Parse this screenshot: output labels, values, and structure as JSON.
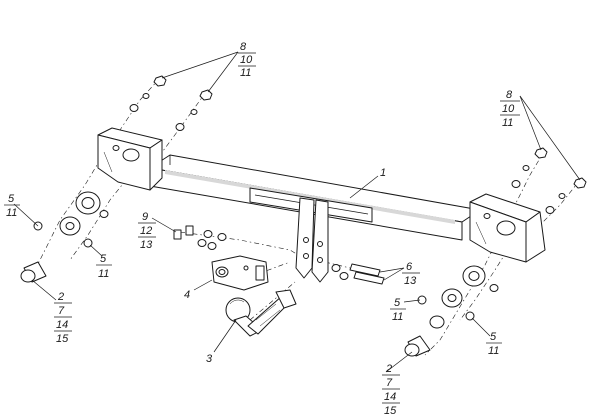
{
  "callouts": {
    "c1": {
      "number": "1"
    },
    "c2_left": {
      "numbers": [
        "2",
        "7",
        "14",
        "15"
      ]
    },
    "c2_right": {
      "numbers": [
        "2",
        "7",
        "14",
        "15"
      ]
    },
    "c3": {
      "number": "3"
    },
    "c4": {
      "number": "4"
    },
    "c5_left_top": {
      "numbers": [
        "5",
        "11"
      ]
    },
    "c5_left_bottom": {
      "numbers": [
        "5",
        "11"
      ]
    },
    "c5_right_a": {
      "numbers": [
        "5",
        "11"
      ]
    },
    "c5_right_b": {
      "numbers": [
        "5",
        "11"
      ]
    },
    "c6": {
      "numbers": [
        "6",
        "13"
      ]
    },
    "c8_left": {
      "numbers": [
        "8",
        "10",
        "11"
      ]
    },
    "c8_right": {
      "numbers": [
        "8",
        "10",
        "11"
      ]
    },
    "c9": {
      "numbers": [
        "9",
        "12",
        "13"
      ]
    }
  },
  "colors": {
    "line": "#1a1a1a",
    "background": "#ffffff"
  }
}
